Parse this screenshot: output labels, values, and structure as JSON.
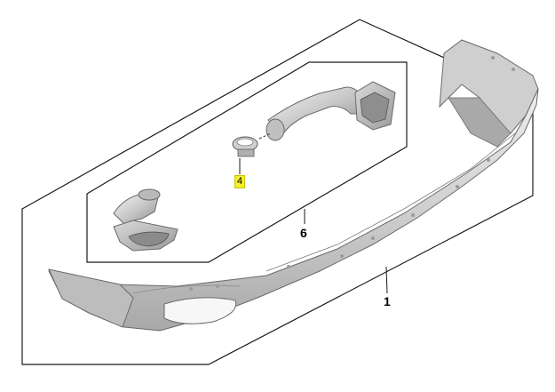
{
  "diagram": {
    "labels": {
      "main_part": "1",
      "kit_part": "6",
      "clamp_part": "4"
    },
    "colors": {
      "outline": "#1a1a1a",
      "part_light": "#e2e2e2",
      "part_mid": "#c4c4c4",
      "part_dark": "#8e8e8e",
      "highlight": "#f3ef2a"
    }
  }
}
